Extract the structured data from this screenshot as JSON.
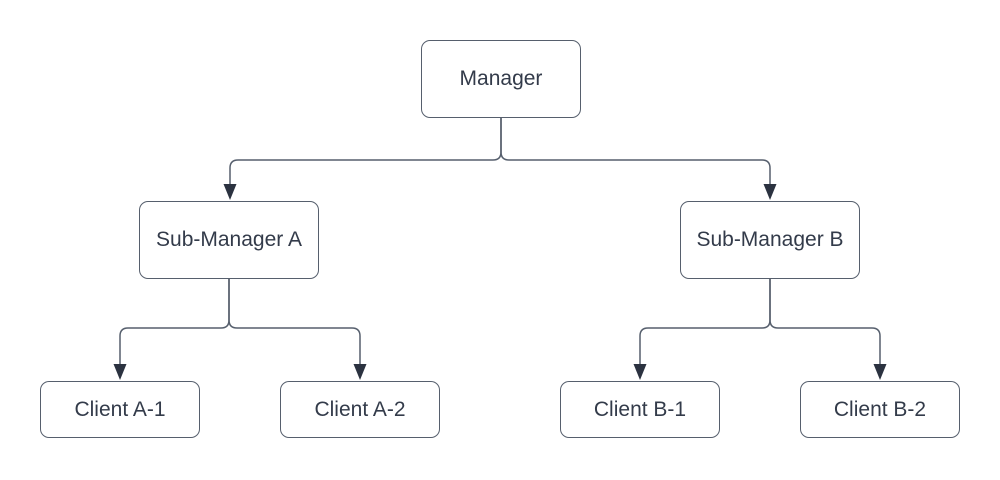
{
  "diagram": {
    "type": "org-chart",
    "nodes": [
      {
        "id": "manager",
        "label": "Manager"
      },
      {
        "id": "sub-manager-a",
        "label": "Sub-Manager A"
      },
      {
        "id": "sub-manager-b",
        "label": "Sub-Manager B"
      },
      {
        "id": "client-a1",
        "label": "Client A-1"
      },
      {
        "id": "client-a2",
        "label": "Client A-2"
      },
      {
        "id": "client-b1",
        "label": "Client B-1"
      },
      {
        "id": "client-b2",
        "label": "Client B-2"
      }
    ],
    "edges": [
      {
        "from": "Manager",
        "to": "Sub-Manager A",
        "arrow": "to"
      },
      {
        "from": "Manager",
        "to": "Sub-Manager B",
        "arrow": "to"
      },
      {
        "from": "Sub-Manager A",
        "to": "Client A-1",
        "arrow": "to"
      },
      {
        "from": "Sub-Manager A",
        "to": "Client A-2",
        "arrow": "to"
      },
      {
        "from": "Sub-Manager B",
        "to": "Client B-1",
        "arrow": "to"
      },
      {
        "from": "Sub-Manager B",
        "to": "Client B-2",
        "arrow": "to"
      }
    ],
    "colors": {
      "background": "#ffffff",
      "node_fill": "#ffffff",
      "node_border": "#565f6d",
      "connector": "#565f6d",
      "arrowhead": "#2b3240",
      "text": "#333b4a"
    }
  }
}
